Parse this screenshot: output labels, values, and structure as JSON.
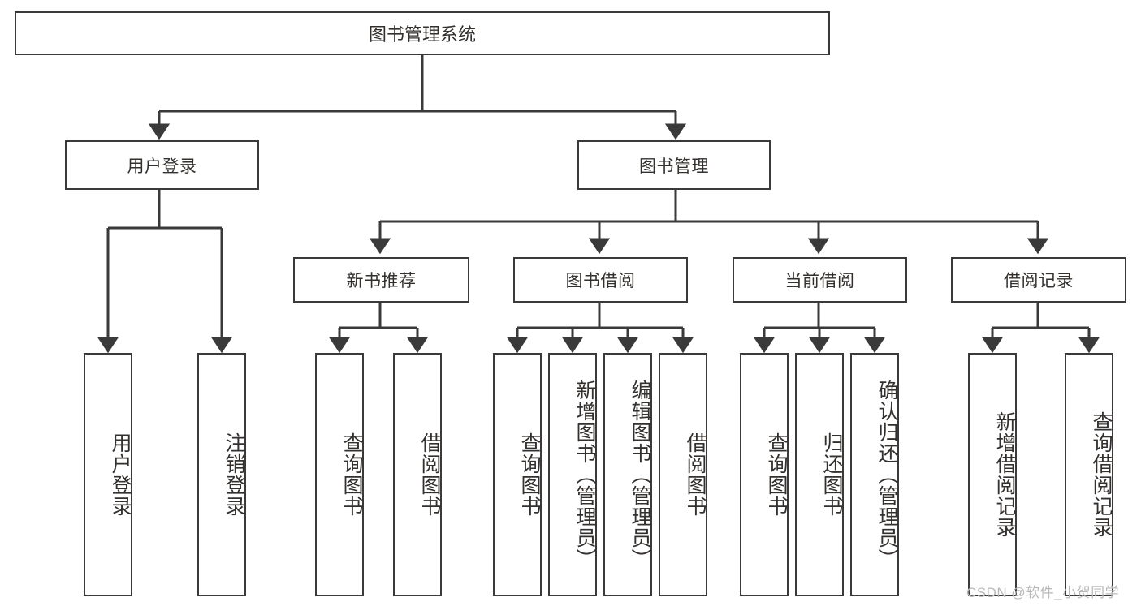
{
  "diagram": {
    "title": "图书管理系统",
    "type": "tree-hierarchy",
    "stroke_color": "#3a3a3a",
    "text_color": "#33302e",
    "background_color": "#ffffff",
    "root": {
      "label": "图书管理系统"
    },
    "level2": [
      {
        "label": "用户登录"
      },
      {
        "label": "图书管理"
      }
    ],
    "level3": [
      {
        "label": "新书推荐"
      },
      {
        "label": "图书借阅"
      },
      {
        "label": "当前借阅"
      },
      {
        "label": "借阅记录"
      }
    ],
    "leaves": {
      "user_login": [
        {
          "label": "用户登录"
        },
        {
          "label": "注销登录"
        }
      ],
      "new_book_recommend": [
        {
          "label": "查询图书"
        },
        {
          "label": "借阅图书"
        }
      ],
      "book_borrow": [
        {
          "label": "查询图书"
        },
        {
          "label": "新增图书（管理员）"
        },
        {
          "label": "编辑图书（管理员）"
        },
        {
          "label": "借阅图书"
        }
      ],
      "current_borrow": [
        {
          "label": "查询图书"
        },
        {
          "label": "归还图书"
        },
        {
          "label": "确认归还（管理员）"
        }
      ],
      "borrow_record": [
        {
          "label": "新增借阅记录"
        },
        {
          "label": "查询借阅记录"
        }
      ]
    }
  },
  "watermark": {
    "text": "CSDN @软件_小贺同学"
  }
}
